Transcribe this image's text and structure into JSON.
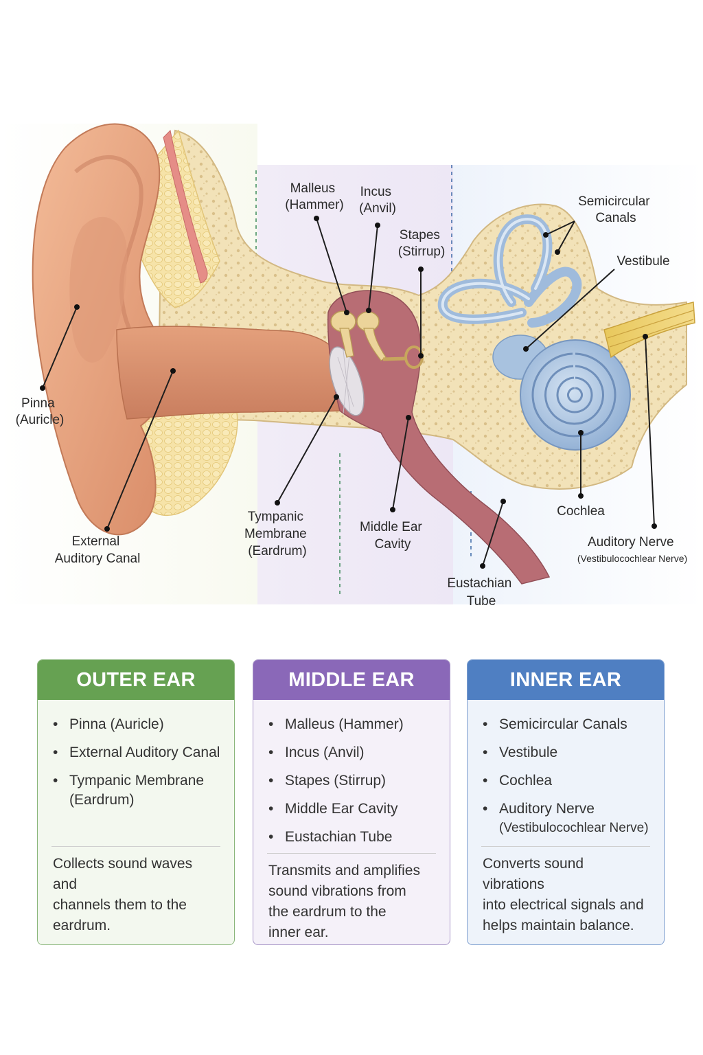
{
  "labels": {
    "pinna": [
      "Pinna",
      "(Auricle)"
    ],
    "external_canal": [
      "External",
      "Auditory Canal"
    ],
    "tympanic": [
      "Tympanic",
      "Membrane",
      "(Eardrum)"
    ],
    "malleus": [
      "Malleus",
      "(Hammer)"
    ],
    "incus": [
      "Incus",
      "(Anvil)"
    ],
    "stapes": [
      "Stapes",
      "(Stirrup)"
    ],
    "middle_cavity": [
      "Middle Ear",
      "Cavity"
    ],
    "eustachian": [
      "Eustachian",
      "Tube"
    ],
    "semicircular": [
      "Semicircular",
      "Canals"
    ],
    "vestibule": "Vestibule",
    "cochlea": "Cochlea",
    "auditory_nerve": [
      "Auditory Nerve",
      "(Vestibulocochlear Nerve)"
    ]
  },
  "cards": [
    {
      "title": "OUTER EAR",
      "items": [
        "Pinna (Auricle)",
        "External Auditory Canal",
        "Tympanic Membrane",
        "(Eardrum)"
      ],
      "description": [
        "Collects sound waves and",
        "channels them to the",
        "eardrum."
      ]
    },
    {
      "title": "MIDDLE EAR",
      "items": [
        "Malleus (Hammer)",
        "Incus (Anvil)",
        "Stapes (Stirrup)",
        "Middle Ear Cavity",
        "Eustachian Tube"
      ],
      "description": [
        "Transmits and amplifies",
        "sound vibrations from",
        "the eardrum to the",
        "inner ear."
      ]
    },
    {
      "title": "INNER EAR",
      "items": [
        "Semicircular Canals",
        "Vestibule",
        "Cochlea",
        "Auditory Nerve",
        "(Vestibulocochlear Nerve)"
      ],
      "description": [
        "Converts sound vibrations",
        "into electrical signals and",
        "helps maintain balance."
      ]
    }
  ],
  "colors": {
    "outer_accent": "#66a152",
    "middle_accent": "#8a68b8",
    "inner_accent": "#4f7fc2",
    "skin": "#e9a883",
    "bone": "#f2e2b8",
    "labyrinth": "#a9c3e0",
    "eustachian": "#b56e74"
  }
}
